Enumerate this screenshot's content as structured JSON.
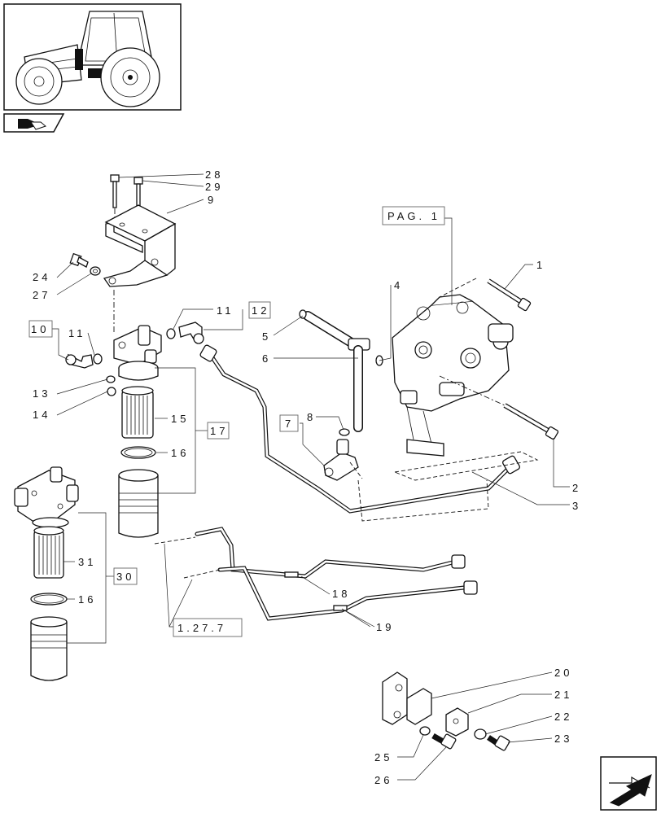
{
  "callouts": [
    {
      "id": "c28",
      "text": "28"
    },
    {
      "id": "c29",
      "text": "29"
    },
    {
      "id": "c9",
      "text": "9"
    },
    {
      "id": "c24",
      "text": "24"
    },
    {
      "id": "c27",
      "text": "27"
    },
    {
      "id": "c10",
      "text": "10"
    },
    {
      "id": "c11a",
      "text": "11"
    },
    {
      "id": "c11b",
      "text": "11"
    },
    {
      "id": "c12",
      "text": "12"
    },
    {
      "id": "c13",
      "text": "13"
    },
    {
      "id": "c14",
      "text": "14"
    },
    {
      "id": "c15",
      "text": "15"
    },
    {
      "id": "c16a",
      "text": "16"
    },
    {
      "id": "c17",
      "text": "17"
    },
    {
      "id": "c31",
      "text": "31"
    },
    {
      "id": "c30",
      "text": "30"
    },
    {
      "id": "c16b",
      "text": "16"
    },
    {
      "id": "c1",
      "text": "1"
    },
    {
      "id": "c2",
      "text": "2"
    },
    {
      "id": "c3",
      "text": "3"
    },
    {
      "id": "c4",
      "text": "4"
    },
    {
      "id": "c5",
      "text": "5"
    },
    {
      "id": "c6",
      "text": "6"
    },
    {
      "id": "c7",
      "text": "7"
    },
    {
      "id": "c8",
      "text": "8"
    },
    {
      "id": "c18",
      "text": "18"
    },
    {
      "id": "c19",
      "text": "19"
    },
    {
      "id": "c1277",
      "text": "1.27.7"
    },
    {
      "id": "cpag",
      "text": "PAG. 1"
    },
    {
      "id": "c20",
      "text": "20"
    },
    {
      "id": "c21",
      "text": "21"
    },
    {
      "id": "c22",
      "text": "22"
    },
    {
      "id": "c23",
      "text": "23"
    },
    {
      "id": "c25",
      "text": "25"
    },
    {
      "id": "c26",
      "text": "26"
    }
  ],
  "icons": {
    "thumbnail": "tractor-thumbnail-icon",
    "section": "book-arrow-icon",
    "navigation": "next-page-arrow-icon"
  }
}
